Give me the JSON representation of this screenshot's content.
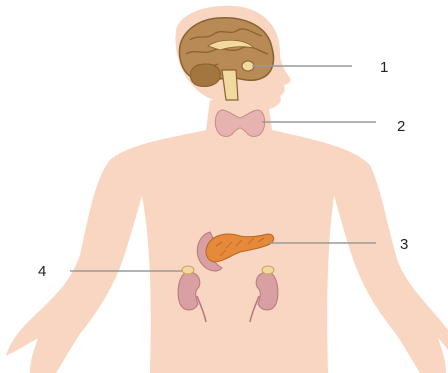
{
  "colors": {
    "skin": "#f9d6c2",
    "brain": "#b88a55",
    "brain_dark": "#8a6232",
    "gland_light": "#f2d9a0",
    "thyroid": "#e6b3b0",
    "pancreas": "#e58a3a",
    "kidney": "#d9a0a4",
    "leader": "#9a9a9a"
  },
  "labels": {
    "pituitary": "1",
    "thyroid": "2",
    "pancreas": "3",
    "adrenal": "4"
  }
}
